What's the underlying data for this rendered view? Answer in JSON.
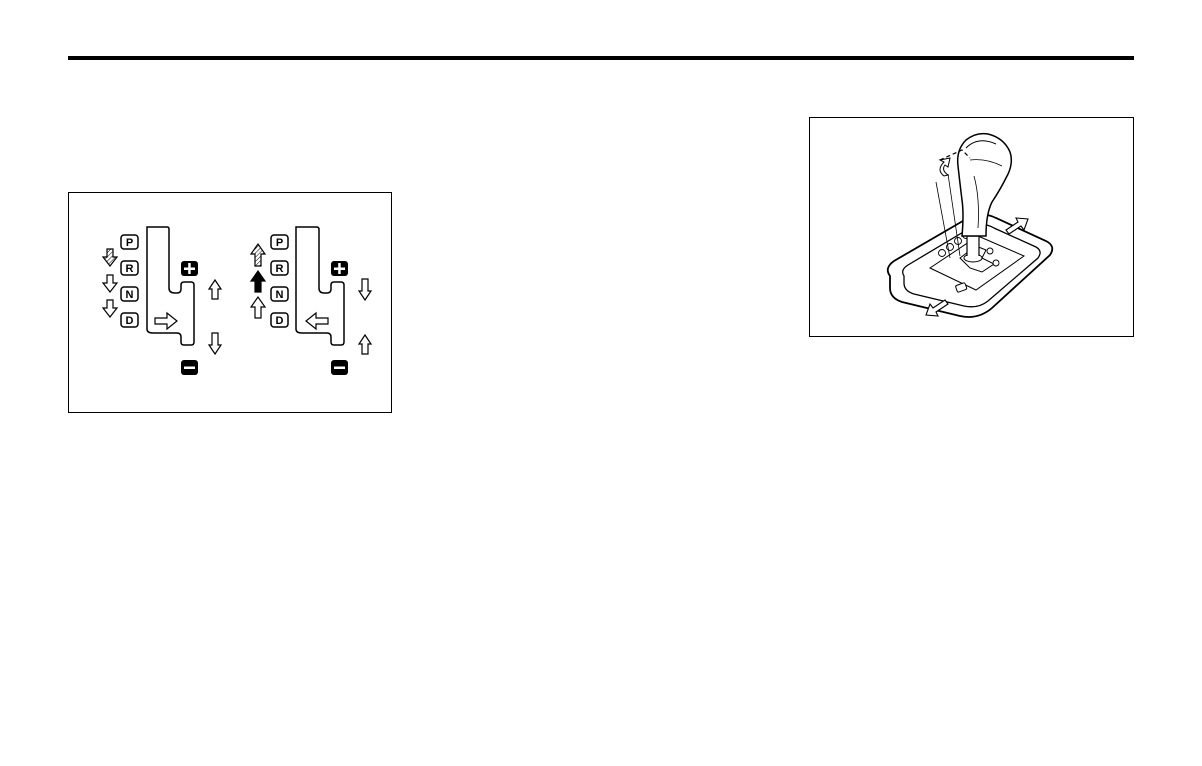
{
  "shift_diagram": {
    "gate_labels": [
      "P",
      "R",
      "N",
      "D"
    ],
    "plus_label": "+",
    "minus_label": "−"
  },
  "icons": {
    "gate_arrow": "hollow-arrow-icon",
    "shift_arrow": "solid-arrow-icon",
    "hatched_arrow": "hatched-arrow-icon",
    "shifter_illustration": "gear-lever-icon"
  },
  "colors": {
    "ink": "#000000",
    "paper": "#ffffff"
  }
}
